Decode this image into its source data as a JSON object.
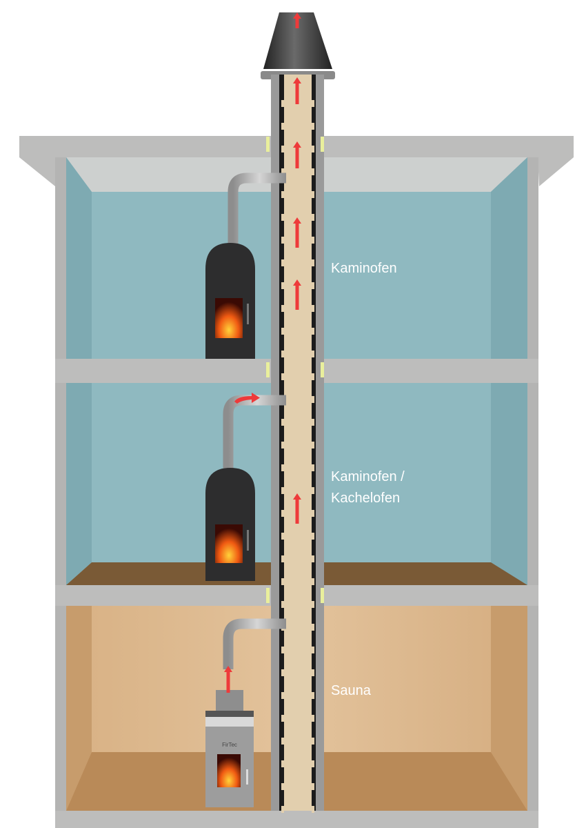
{
  "labels": {
    "top_floor": "Kaminofen",
    "middle_floor_line1": "Kaminofen /",
    "middle_floor_line2": "Kachelofen",
    "basement": "Sauna"
  },
  "sauna_stove_logo": "FirTec",
  "colors": {
    "concrete": "#bdbdbc",
    "wall_blue": "#8fb9c0",
    "wall_blue_side": "#7eaab2",
    "wood": "#d9b48a",
    "floor_brown": "#7a5a36",
    "chimney_core": "#e2cfae",
    "stove": "#2d2d2e",
    "arrow": "#ee3a3a"
  }
}
